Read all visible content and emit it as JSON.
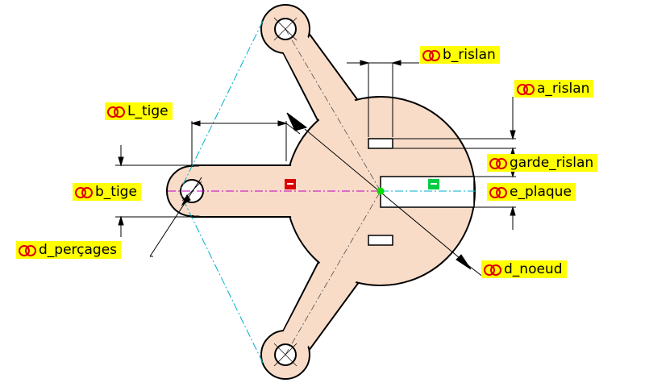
{
  "colors": {
    "part_fill": "#f8dcc8",
    "outline": "#000000",
    "label_bg": "#ffff00",
    "link_icon": "#e00000",
    "axis_magenta": "#c000c0",
    "axis_cyan": "#00b0c8",
    "origin_point": "#00dd00",
    "marker_red": "#dd0000",
    "marker_green": "#00cc44"
  },
  "labels": {
    "b_rislan": "b_rislan",
    "a_rislan": "a_rislan",
    "l_tige": "L_tige",
    "garde_rislan": "garde_rislan",
    "b_tige": "b_tige",
    "e_plaque": "e_plaque",
    "d_percages": "d_perçages",
    "d_noeud": "d_noeud"
  },
  "icons": {
    "link": "chain-link-icon",
    "marker_red": "red-constraint-marker",
    "marker_green": "green-constraint-marker"
  }
}
